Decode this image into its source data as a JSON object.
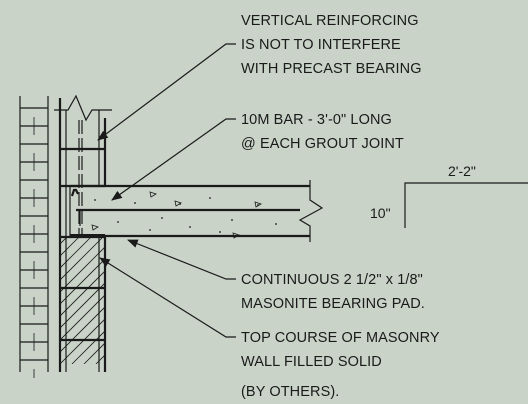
{
  "notes": {
    "vertical_reinforcing": [
      "VERTICAL REINFORCING",
      "IS NOT TO INTERFERE",
      "WITH PRECAST BEARING"
    ],
    "bar": [
      "10M BAR - 3'-0\" LONG",
      "@ EACH GROUT JOINT"
    ],
    "bearing_pad": [
      "CONTINUOUS 2 1/2\" x 1/8\"",
      "MASONITE BEARING PAD."
    ],
    "top_course": [
      "TOP COURSE OF MASONRY",
      "WALL FILLED SOLID",
      "(BY OTHERS)."
    ]
  },
  "dimensions": {
    "slab_thickness": "10\"",
    "slab_width": "2'-2\""
  },
  "colors": {
    "background": "#c9d3c8",
    "linework": "#1a1a1a"
  }
}
